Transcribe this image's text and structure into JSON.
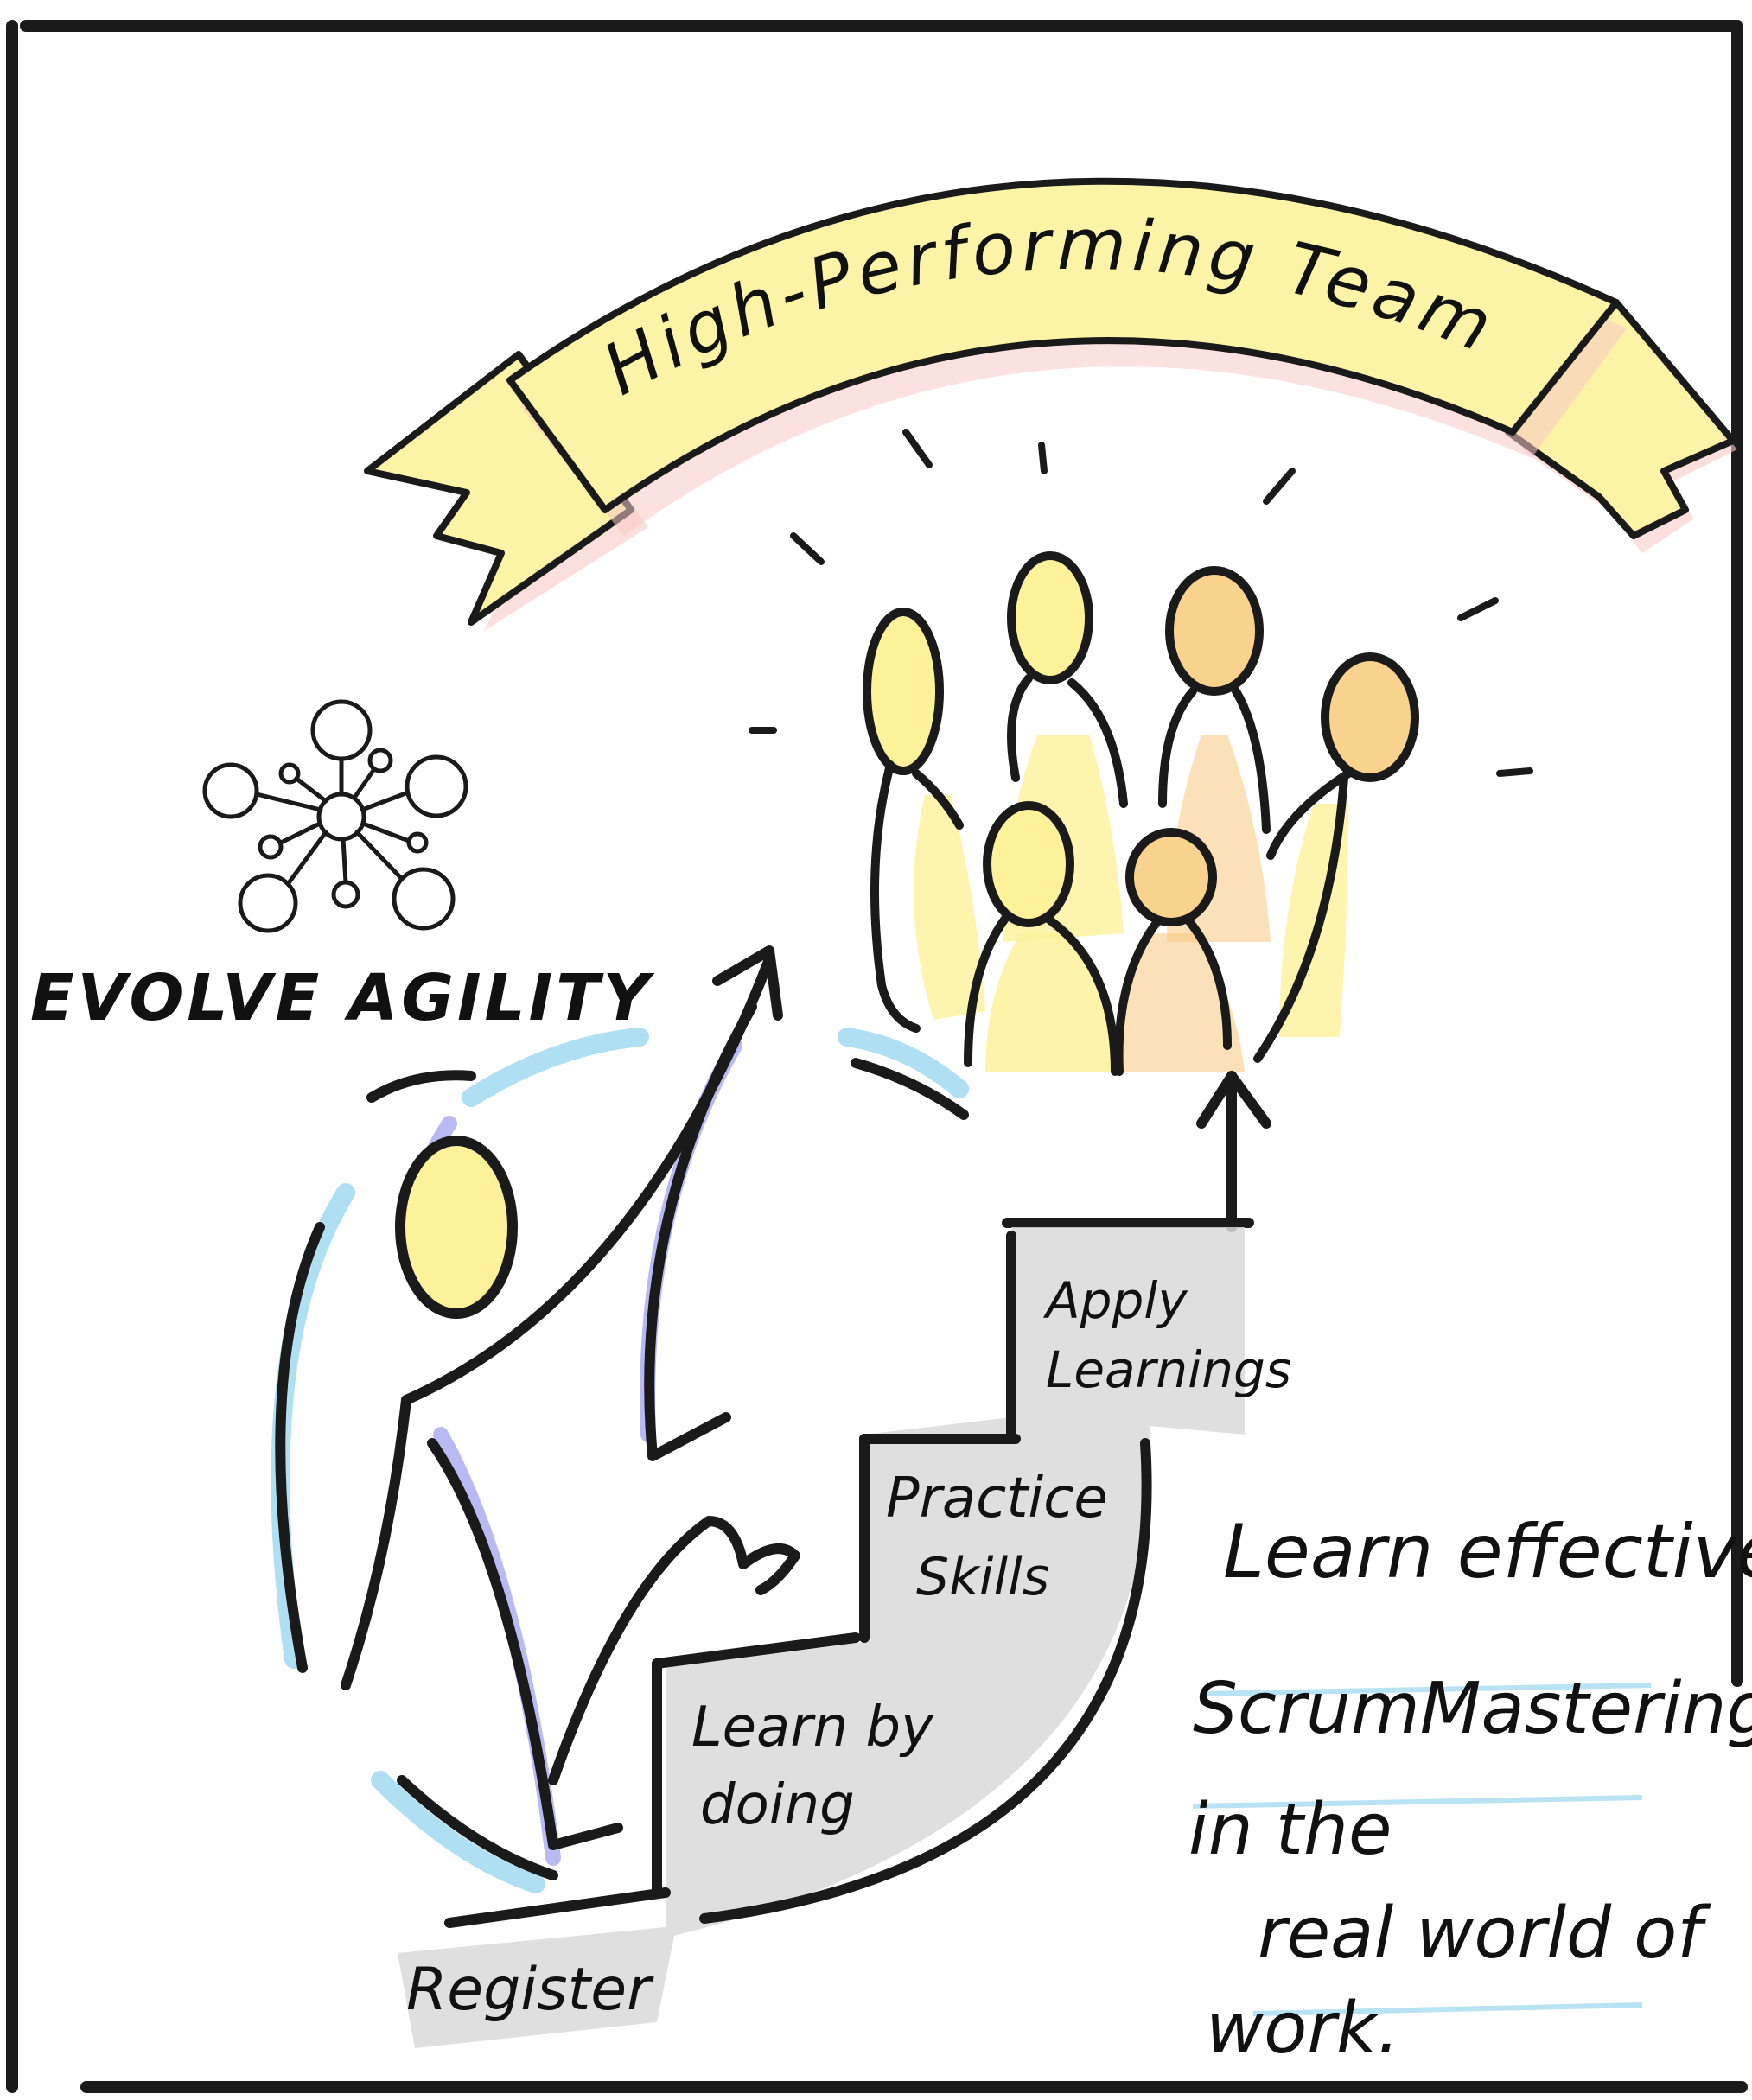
{
  "banner": {
    "title": "High-Performing Team"
  },
  "logo": {
    "text": "EVOLVE AGILITY"
  },
  "steps": [
    {
      "id": "register",
      "label": "Register"
    },
    {
      "id": "learn-by-doing",
      "line1": "Learn by",
      "line2": "doing"
    },
    {
      "id": "practice-skills",
      "line1": "Practice",
      "line2": "Skills"
    },
    {
      "id": "apply-learnings",
      "line1": "Apply",
      "line2": "Learnings"
    }
  ],
  "tagline": {
    "line1": "Learn effective",
    "line2": "ScrumMastering",
    "line3": "in the",
    "line4": "real world of",
    "line5": "work."
  },
  "colors": {
    "ink": "#1a1a1a",
    "banner_fill": "#fbf3a6",
    "banner_shadow": "#f7c9c4",
    "figure_yellow": "#fdf19a",
    "figure_orange": "#f9c77e",
    "step_gray": "#d9d9d9",
    "accent_blue": "#a6dcf2",
    "accent_purple": "#9b9bf0"
  },
  "icons": {
    "logo": "network-hub-icon",
    "team": "team-of-people-icon",
    "climber": "stick-figure-climbing-icon"
  }
}
